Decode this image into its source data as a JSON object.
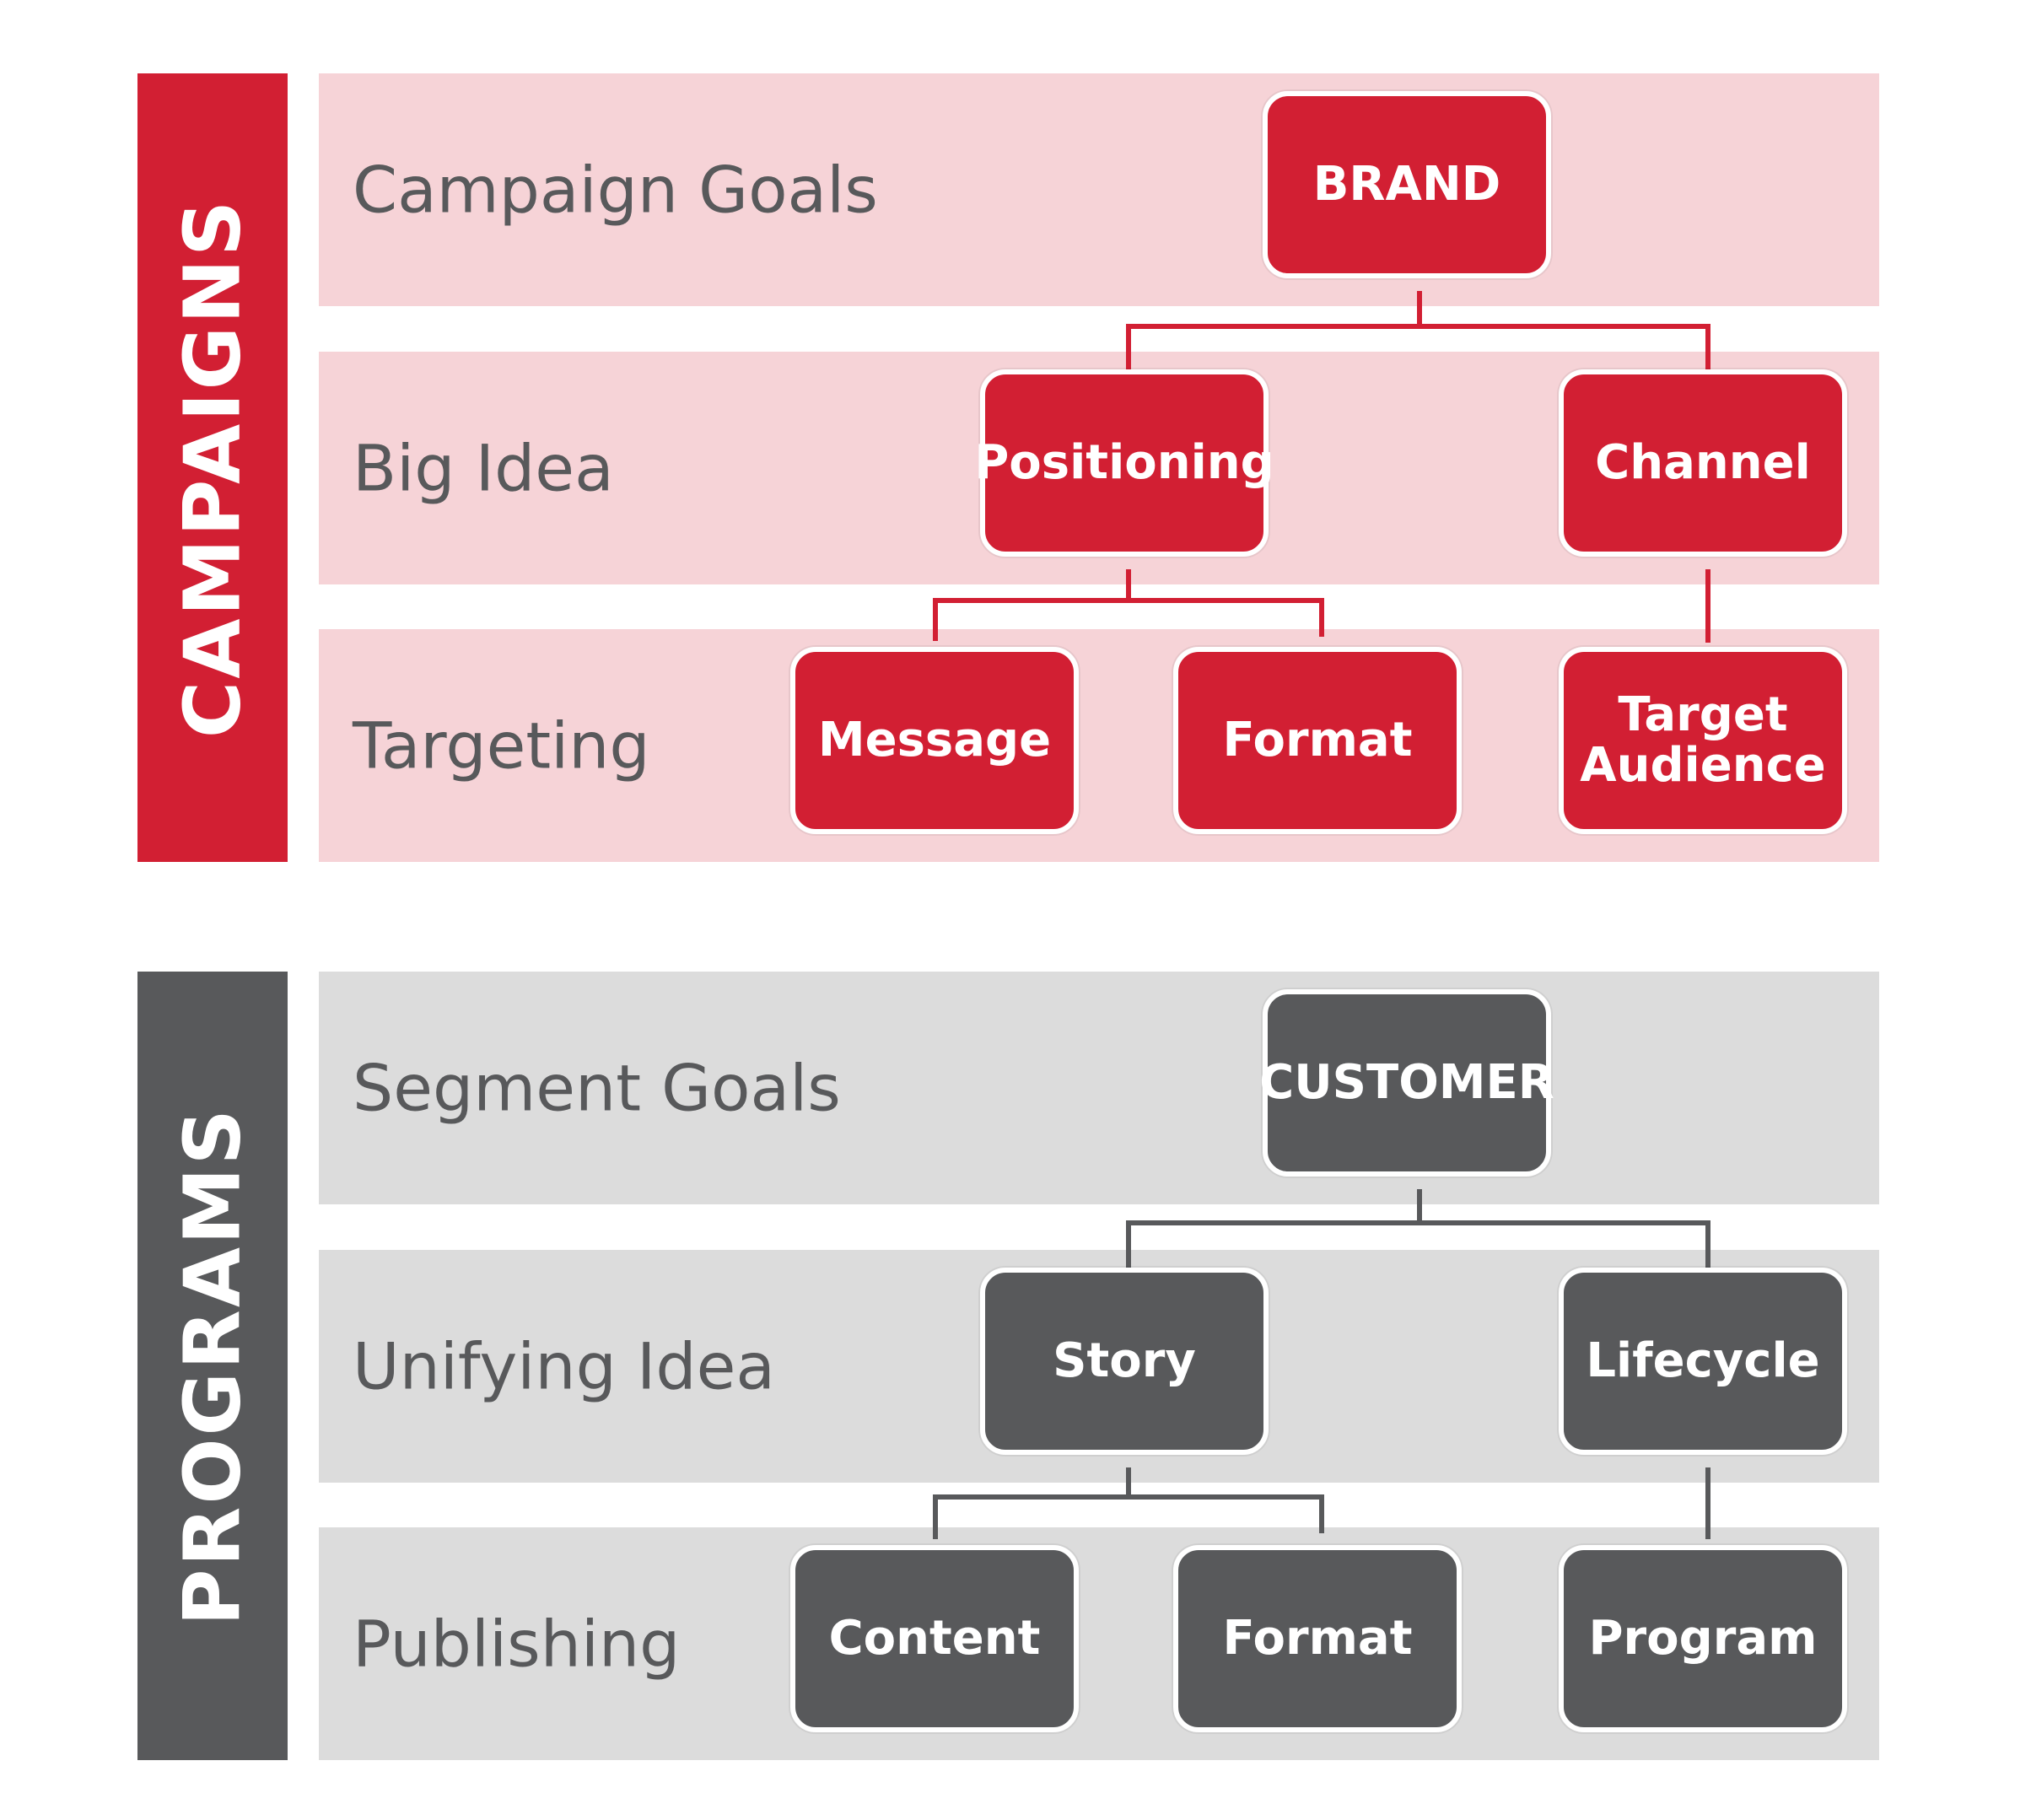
{
  "colors": {
    "campaigns_accent": "#d21f33",
    "campaigns_band": "#f6d3d7",
    "programs_accent": "#58595b",
    "programs_band": "#dcdcdc",
    "label_text": "#58595b"
  },
  "campaigns": {
    "side_label": "CAMPAIGNS",
    "bands": [
      "Campaign Goals",
      "Big Idea",
      "Targeting"
    ],
    "nodes": {
      "root": "BRAND",
      "left": "Positioning",
      "right": "Channel",
      "leaf_1": "Message",
      "leaf_2": "Format",
      "leaf_3_line1": "Target",
      "leaf_3_line2": "Audience"
    }
  },
  "programs": {
    "side_label": "PROGRAMS",
    "bands": [
      "Segment Goals",
      "Unifying Idea",
      "Publishing"
    ],
    "nodes": {
      "root": "CUSTOMER",
      "left": "Story",
      "right": "Lifecycle",
      "leaf_1": "Content",
      "leaf_2": "Format",
      "leaf_3": "Program"
    }
  }
}
